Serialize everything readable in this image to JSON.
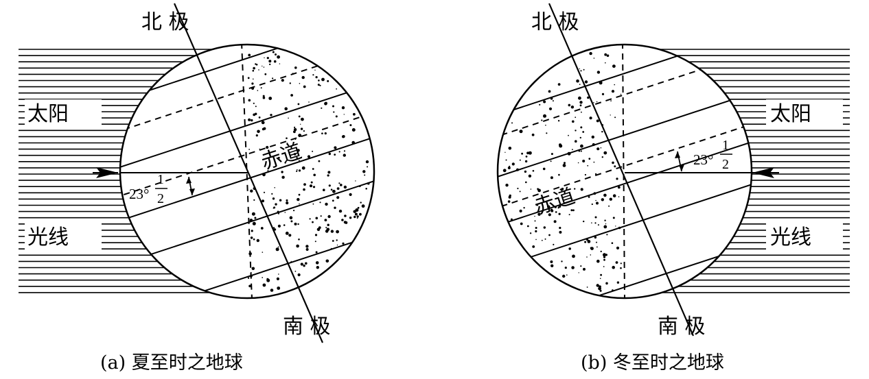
{
  "panel_a": {
    "north_label": "北  极",
    "south_label": "南  极",
    "sun_label": "太阳",
    "rays_label": "光线",
    "equator_label": "赤道",
    "angle_main": "23°",
    "angle_num": "1",
    "angle_den": "2",
    "caption": "(a)  夏至时之地球"
  },
  "panel_b": {
    "north_label": "北  极",
    "south_label": "南  极",
    "sun_label": "太阳",
    "rays_label": "光线",
    "equator_label": "赤道",
    "angle_main": "23°",
    "angle_num": "1",
    "angle_den": "2",
    "caption": "(b)  冬至时之地球"
  }
}
